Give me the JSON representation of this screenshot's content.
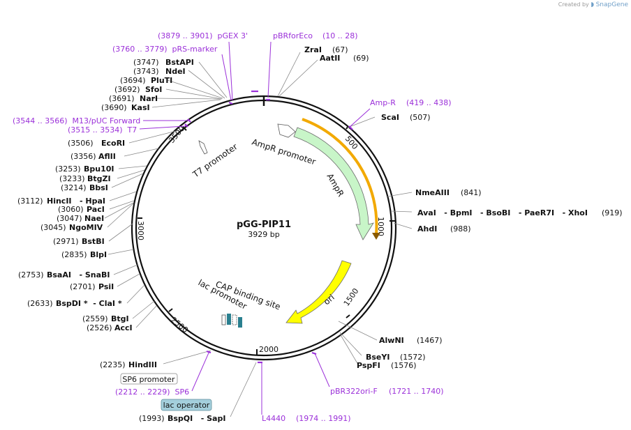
{
  "credit": {
    "prefix": "Created by",
    "brand": "SnapGene"
  },
  "plasmid": {
    "name": "pGG-PIP11",
    "size": "3929 bp"
  },
  "ticks": [
    "500",
    "1000",
    "1500",
    "2000",
    "2500",
    "3000",
    "3500"
  ],
  "features": {
    "ampr_promoter": "AmpR promoter",
    "ampr": "AmpR",
    "ori": "ori",
    "t7_promoter": "T7 promoter",
    "cap_site": "CAP binding site",
    "lac_promoter": "lac promoter",
    "sp6_promoter": "SP6 promoter",
    "lac_operator": "lac operator"
  },
  "sites": {
    "zrai": {
      "name": "ZraI",
      "pos": "(67)"
    },
    "aatii": {
      "name": "AatII",
      "pos": "(69)"
    },
    "scai": {
      "name": "ScaI",
      "pos": "(507)"
    },
    "nmeaiii": {
      "name": "NmeAIII",
      "pos": "(841)"
    },
    "avai_xhoi": {
      "name": "AvaI   - BpmI   - BsoBI   - PaeR7I   - XhoI",
      "pos": "(919)"
    },
    "ahdi": {
      "name": "AhdI",
      "pos": "(988)"
    },
    "alwni": {
      "name": "AlwNI",
      "pos": "(1467)"
    },
    "bseyi": {
      "name": "BseYI",
      "pos": "(1572)"
    },
    "pspfi": {
      "name": "PspFI",
      "pos": "(1576)"
    },
    "bstapi": {
      "name": "BstAPI",
      "pos": "(3747)"
    },
    "ndei": {
      "name": "NdeI",
      "pos": "(3743)"
    },
    "pluti": {
      "name": "PluTI",
      "pos": "(3694)"
    },
    "sfoi": {
      "name": "SfoI",
      "pos": "(3692)"
    },
    "nari": {
      "name": "NarI",
      "pos": "(3691)"
    },
    "kasi": {
      "name": "KasI",
      "pos": "(3690)"
    },
    "ecori": {
      "name": "EcoRI",
      "pos": "(3506)"
    },
    "aflii": {
      "name": "AflII",
      "pos": "(3356)"
    },
    "bpu10i": {
      "name": "Bpu10I",
      "pos": "(3253)"
    },
    "btgzi": {
      "name": "BtgZI",
      "pos": "(3233)"
    },
    "bbsi": {
      "name": "BbsI",
      "pos": "(3214)"
    },
    "hincii": {
      "name": "HincII   - HpaI",
      "pos": "(3112)"
    },
    "paci": {
      "name": "PacI",
      "pos": "(3060)"
    },
    "naei": {
      "name": "NaeI",
      "pos": "(3047)"
    },
    "ngomiv": {
      "name": "NgoMIV",
      "pos": "(3045)"
    },
    "bstbi": {
      "name": "BstBI",
      "pos": "(2971)"
    },
    "blpi": {
      "name": "BlpI",
      "pos": "(2835)"
    },
    "bsaai": {
      "name": "BsaAI   - SnaBI",
      "pos": "(2753)"
    },
    "psii": {
      "name": "PsiI",
      "pos": "(2701)"
    },
    "bspdi": {
      "name": "BspDI *  - ClaI *",
      "pos": "(2633)"
    },
    "btgi": {
      "name": "BtgI",
      "pos": "(2559)"
    },
    "acci": {
      "name": "AccI",
      "pos": "(2526)"
    },
    "hindiii": {
      "name": "HindIII",
      "pos": "(2235)"
    },
    "bspqi": {
      "name": "BspQI   - SapI",
      "pos": "(1993)"
    }
  },
  "primers": {
    "pgex3": "(3879 .. 3901)  pGEX 3'",
    "pbrforeco_name": "pBRforEco",
    "pbrforeco_pos": "(10 .. 28)",
    "prs_marker": "(3760 .. 3779)  pRS-marker",
    "ampr_primer_name": "Amp-R",
    "ampr_primer_pos": "(419 .. 438)",
    "m13_puc": "(3544 .. 3566)  M13/pUC Forward",
    "t7": "(3515 .. 3534)  T7",
    "pbr322ori_name": "pBR322ori-F",
    "pbr322ori_pos": "(1721 .. 1740)",
    "sp6": "(2212 .. 2229)  SP6",
    "l4440_name": "L4440",
    "l4440_pos": "(1974 .. 1991)"
  },
  "colors": {
    "backbone": "#111111",
    "primer": "#9b30d9",
    "ampr_fill": "#c8f5c8",
    "ori_fill": "#ffff00",
    "ampr_primer_arrow": "#f2a900",
    "lac_operator_fill": "#a4cfdc",
    "cap_fill": "#2a7f8f"
  }
}
